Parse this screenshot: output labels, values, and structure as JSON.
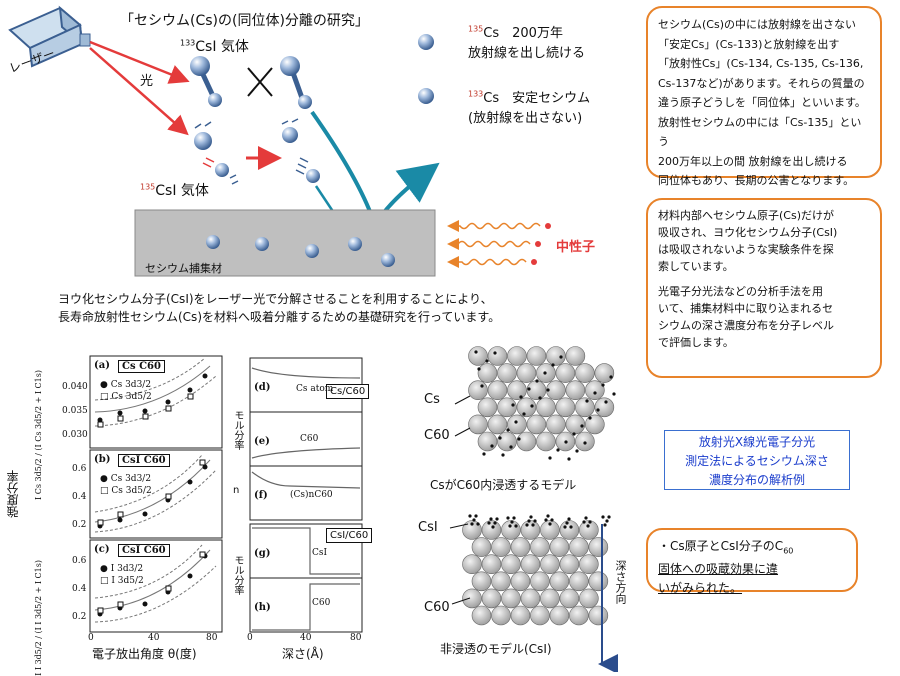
{
  "diagram": {
    "title": "「セシウム(Cs)の(同位体)分離の研究」",
    "laser_label": "レーザー",
    "light_label": "光",
    "csi_gas_133": "CsI 気体",
    "csi_gas_133_mass": "133",
    "csi_gas_135": "CsI 気体",
    "csi_gas_135_mass": "135",
    "cs135_mass": "135",
    "cs135_line1": "Cs　200万年",
    "cs135_line2": "放射線を出し続ける",
    "cs133_mass": "133",
    "cs133_line1": "Cs　安定セシウム",
    "cs133_line2": "(放射線を出さない)",
    "neutron_label": "中性子",
    "capture_label": "セシウム捕集材",
    "atom_label": "Cs",
    "description_line1": "ヨウ化セシウム分子(CsI)をレーザー光で分解させることを利用することにより、",
    "description_line2": "長寿命放射性セシウム(Cs)を材料へ吸着分離するための基礎研究を行っています。"
  },
  "callouts": {
    "top_right": [
      "セシウム(Cs)の中には放射線を出さない",
      "「安定Cs」(Cs-133)と放射線を出す",
      "「放射性Cs」(Cs-134, Cs-135, Cs-136,",
      "Cs-137など)があります。それらの質量の",
      "違う原子どうしを「同位体」といいます。",
      "放射性セシウムの中には「Cs-135」という",
      "200万年以上の間 放射線を出し続ける",
      "同位体もあり、長期の公害となります。"
    ],
    "middle_right_a": [
      "材料内部へセシウム原子(Cs)だけが",
      "吸収され、ヨウ化セシウム分子(CsI)",
      "は吸収されないような実験条件を探",
      "索しています。"
    ],
    "middle_right_b": [
      "光電子分光法などの分析手法を用",
      "いて、捕集材料中に取り込まれるセ",
      "シウムの深さ濃度分布を分子レベル",
      "で評価します。"
    ],
    "blue_box": [
      "放射光X線光電子分光",
      "測定法によるセシウム深さ",
      "濃度分布の解析例"
    ],
    "bottom_right": [
      "・Cs原子とCsI分子のC",
      "固体への吸蔵効果に違",
      "いがみられた。"
    ],
    "bottom_right_sub": "60"
  },
  "left_plots": {
    "ylabel_outer": "強度分率",
    "xlabel": "電子放出角度 θ(度)",
    "ylabel_a": "I Cs 3d5/2 / (I Cs 3d5/2 + I C1s)",
    "ylabel_c": "I I 3d5/2 / (I I 3d5/2 + I C1s)",
    "panels": [
      {
        "id": "(a)",
        "title": "Cs C60",
        "legend": [
          "● Cs 3d3/2",
          "□ Cs 3d5/2"
        ]
      },
      {
        "id": "(b)",
        "title": "CsI C60",
        "legend": [
          "● Cs 3d3/2",
          "□ Cs 3d5/2"
        ]
      },
      {
        "id": "(c)",
        "title": "CsI C60",
        "legend": [
          "● I 3d3/2",
          "□ I 3d5/2"
        ]
      }
    ],
    "yticks_a": [
      "0.040",
      "0.035",
      "0.030"
    ],
    "yticks_b": [
      "0.6",
      "0.4",
      "0.2"
    ],
    "yticks_c": [
      "0.6",
      "0.4",
      "0.2"
    ],
    "xticks": [
      "0",
      "40",
      "80"
    ]
  },
  "middle_plots": {
    "xlabel": "深さ(Å)",
    "ylabel_1": "モル分率",
    "ylabel_2": "n",
    "ylabel_3": "モル分率",
    "panels": [
      {
        "id": "(d)",
        "label": "Cs atom"
      },
      {
        "id": "(e)",
        "label": "C60"
      },
      {
        "id": "(f)",
        "label": "(Cs)nC60"
      },
      {
        "id": "(g)",
        "label": "CsI"
      },
      {
        "id": "(h)",
        "label": "C60"
      }
    ],
    "box1": "Cs/C60",
    "box2": "CsI/C60",
    "xticks": [
      "0",
      "40",
      "80"
    ]
  },
  "models": {
    "cs_label": "Cs",
    "c60_label": "C60",
    "top_caption": "CsがC60内浸透するモデル",
    "csi_label": "CsI",
    "c60_label2": "C60",
    "bottom_caption": "非浸透のモデル(CsI)",
    "depth_label": "深さ方向"
  }
}
